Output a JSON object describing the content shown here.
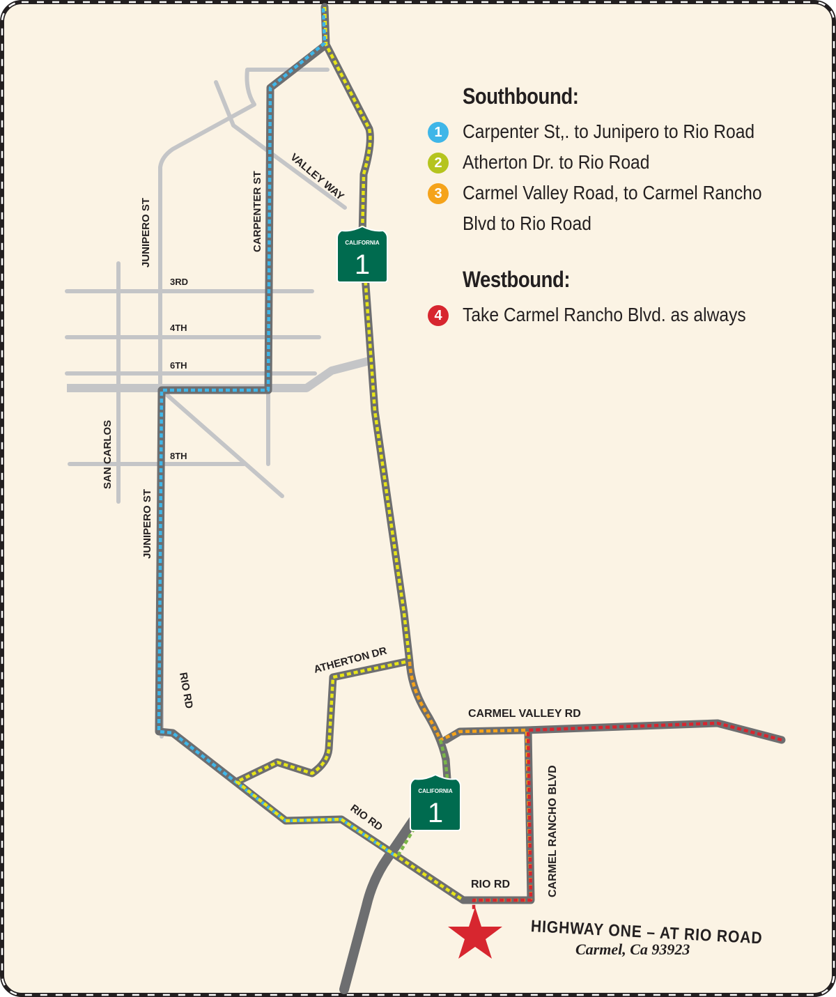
{
  "legend": {
    "southbound_heading": "Southbound:",
    "westbound_heading": "Westbound:",
    "routes": [
      {
        "number": "1",
        "label": "Carpenter St,. to Junipero to Rio Road",
        "color": "#3fb6e8"
      },
      {
        "number": "2",
        "label": "Atherton Dr. to Rio Road",
        "color": "#b5c41e"
      },
      {
        "number": "3",
        "label": "Carmel Valley Road, to Carmel Rancho",
        "label_line2": "Blvd to Rio Road",
        "color": "#f5a31a"
      },
      {
        "number": "4",
        "label": "Take Carmel Rancho Blvd. as always",
        "color": "#d7262f"
      }
    ]
  },
  "streets": {
    "junipero_north": "JUNIPERO ST",
    "carpenter": "CARPENTER ST",
    "valley_way": "VALLEY WAY",
    "third": "3RD",
    "fourth": "4TH",
    "sixth": "6TH",
    "eighth": "8TH",
    "san_carlos": "SAN CARLOS",
    "junipero_south": "JUNIPERO ST",
    "rio_rd_1": "RIO RD",
    "atherton": "ATHERTON DR",
    "carmel_valley": "CARMEL VALLEY RD",
    "rio_rd_2": "RIO RD",
    "carmel_rancho": "CARMEL RANCHO BLVD",
    "rio_rd_3": "RIO RD"
  },
  "shields": {
    "state": "CALIFORNIA",
    "number": "1"
  },
  "destination": {
    "title": "HIGHWAY ONE – AT RIO ROAD",
    "subtitle": "Carmel, Ca 93923"
  },
  "colors": {
    "background": "#fbf3e4",
    "road_major": "#6d6e70",
    "road_minor": "#c4c5c7",
    "route_blue": "#3fb6e8",
    "route_yellow": "#e6e419",
    "route_orange": "#f5a31a",
    "route_red": "#d7262f",
    "route_green": "#7ab648",
    "shield": "#006b4f",
    "star": "#d7262f"
  }
}
